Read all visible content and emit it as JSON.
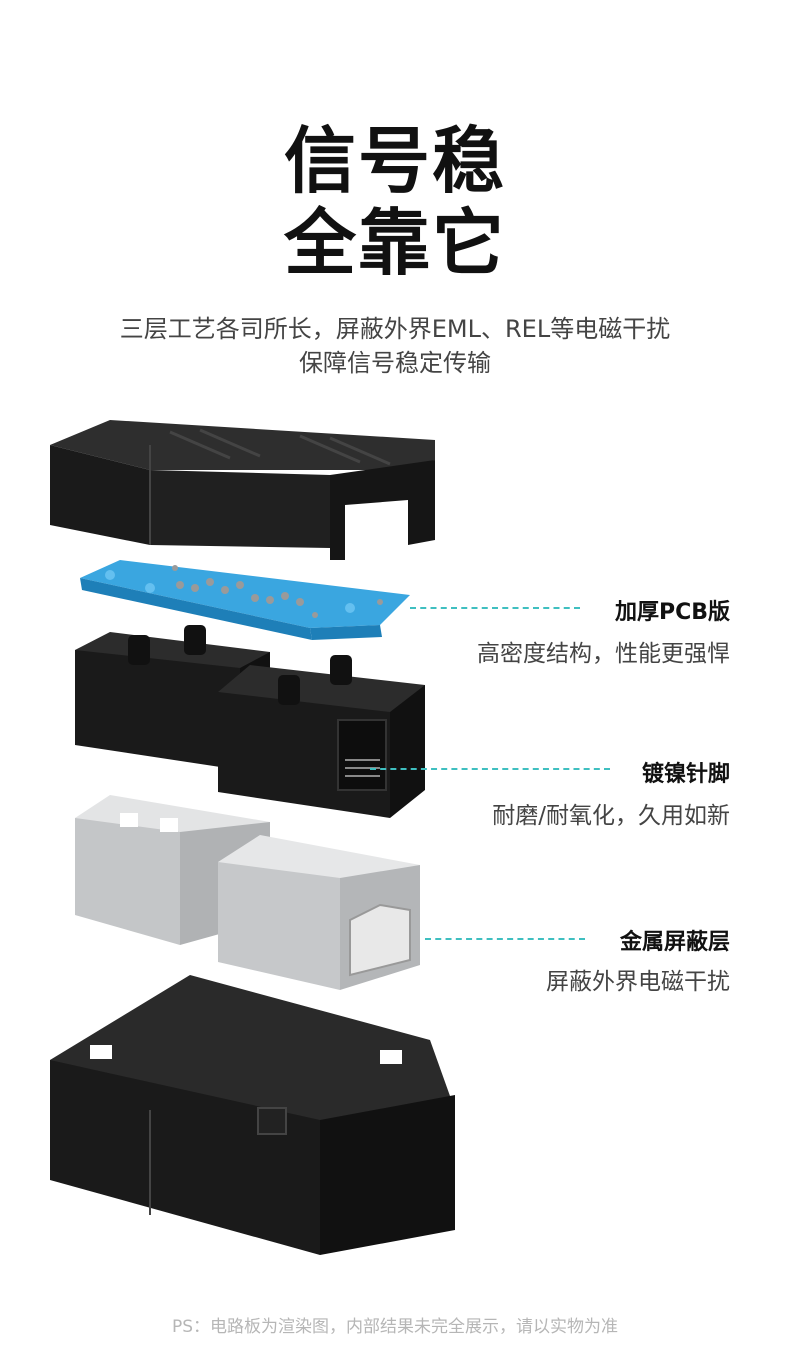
{
  "headline": {
    "line1": "信号稳",
    "line2": "全靠它"
  },
  "subtitle": {
    "line1": "三层工艺各司所长，屏蔽外界EML、REL等电磁干扰",
    "line2": "保障信号稳定传输"
  },
  "features": [
    {
      "title": "加厚PCB版",
      "desc": "高密度结构，性能更强悍"
    },
    {
      "title": "镀镍针脚",
      "desc": "耐磨/耐氧化，久用如新"
    },
    {
      "title": "金属屏蔽层",
      "desc": "屏蔽外界电磁干扰"
    }
  ],
  "footnote": "PS：电路板为渲染图，内部结果未完全展示，请以实物为准",
  "colors": {
    "accent_line": "#3fbfc0",
    "pcb": "#3aa6e0",
    "housing": "#1c1c1c",
    "metal": "#c9cbcd"
  }
}
